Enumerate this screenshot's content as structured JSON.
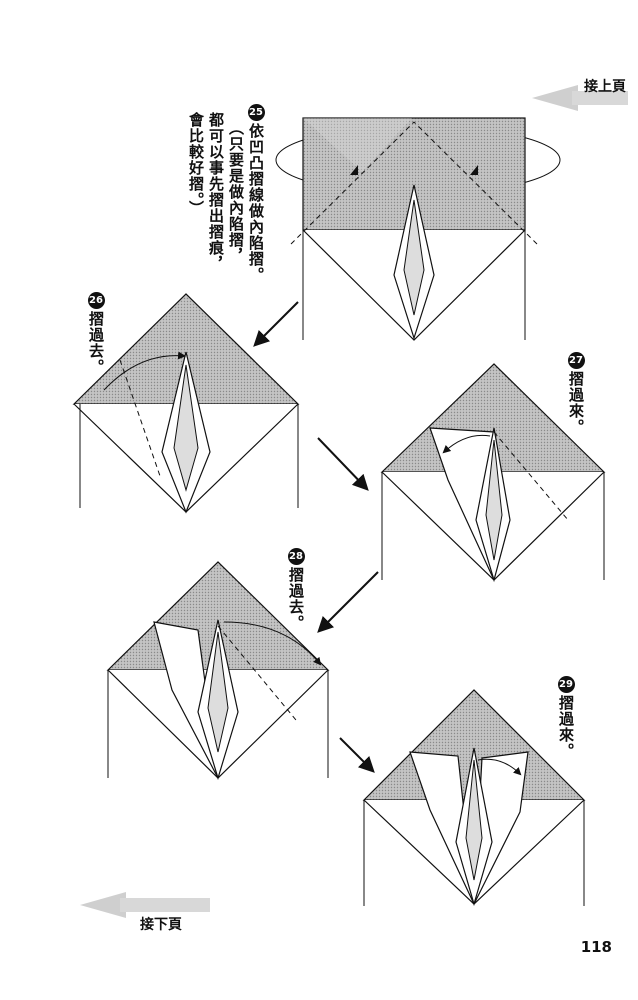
{
  "nav": {
    "prev_label": "接上頁",
    "next_label": "接下頁"
  },
  "page_number": "118",
  "steps": [
    {
      "num": "25",
      "main": "依凹凸摺線做內陷摺。",
      "note1": "（只要是做內陷摺，",
      "note2": "都可以事先摺出摺痕，",
      "note3": "會比較好摺。）"
    },
    {
      "num": "26",
      "text": "摺過去。"
    },
    {
      "num": "27",
      "text": "摺過來。"
    },
    {
      "num": "28",
      "text": "摺過去。"
    },
    {
      "num": "29",
      "text": "摺過來。"
    }
  ],
  "colors": {
    "shade": "#b8b8b8",
    "line": "#111111",
    "arrow_gray": "#c9c9c9"
  }
}
